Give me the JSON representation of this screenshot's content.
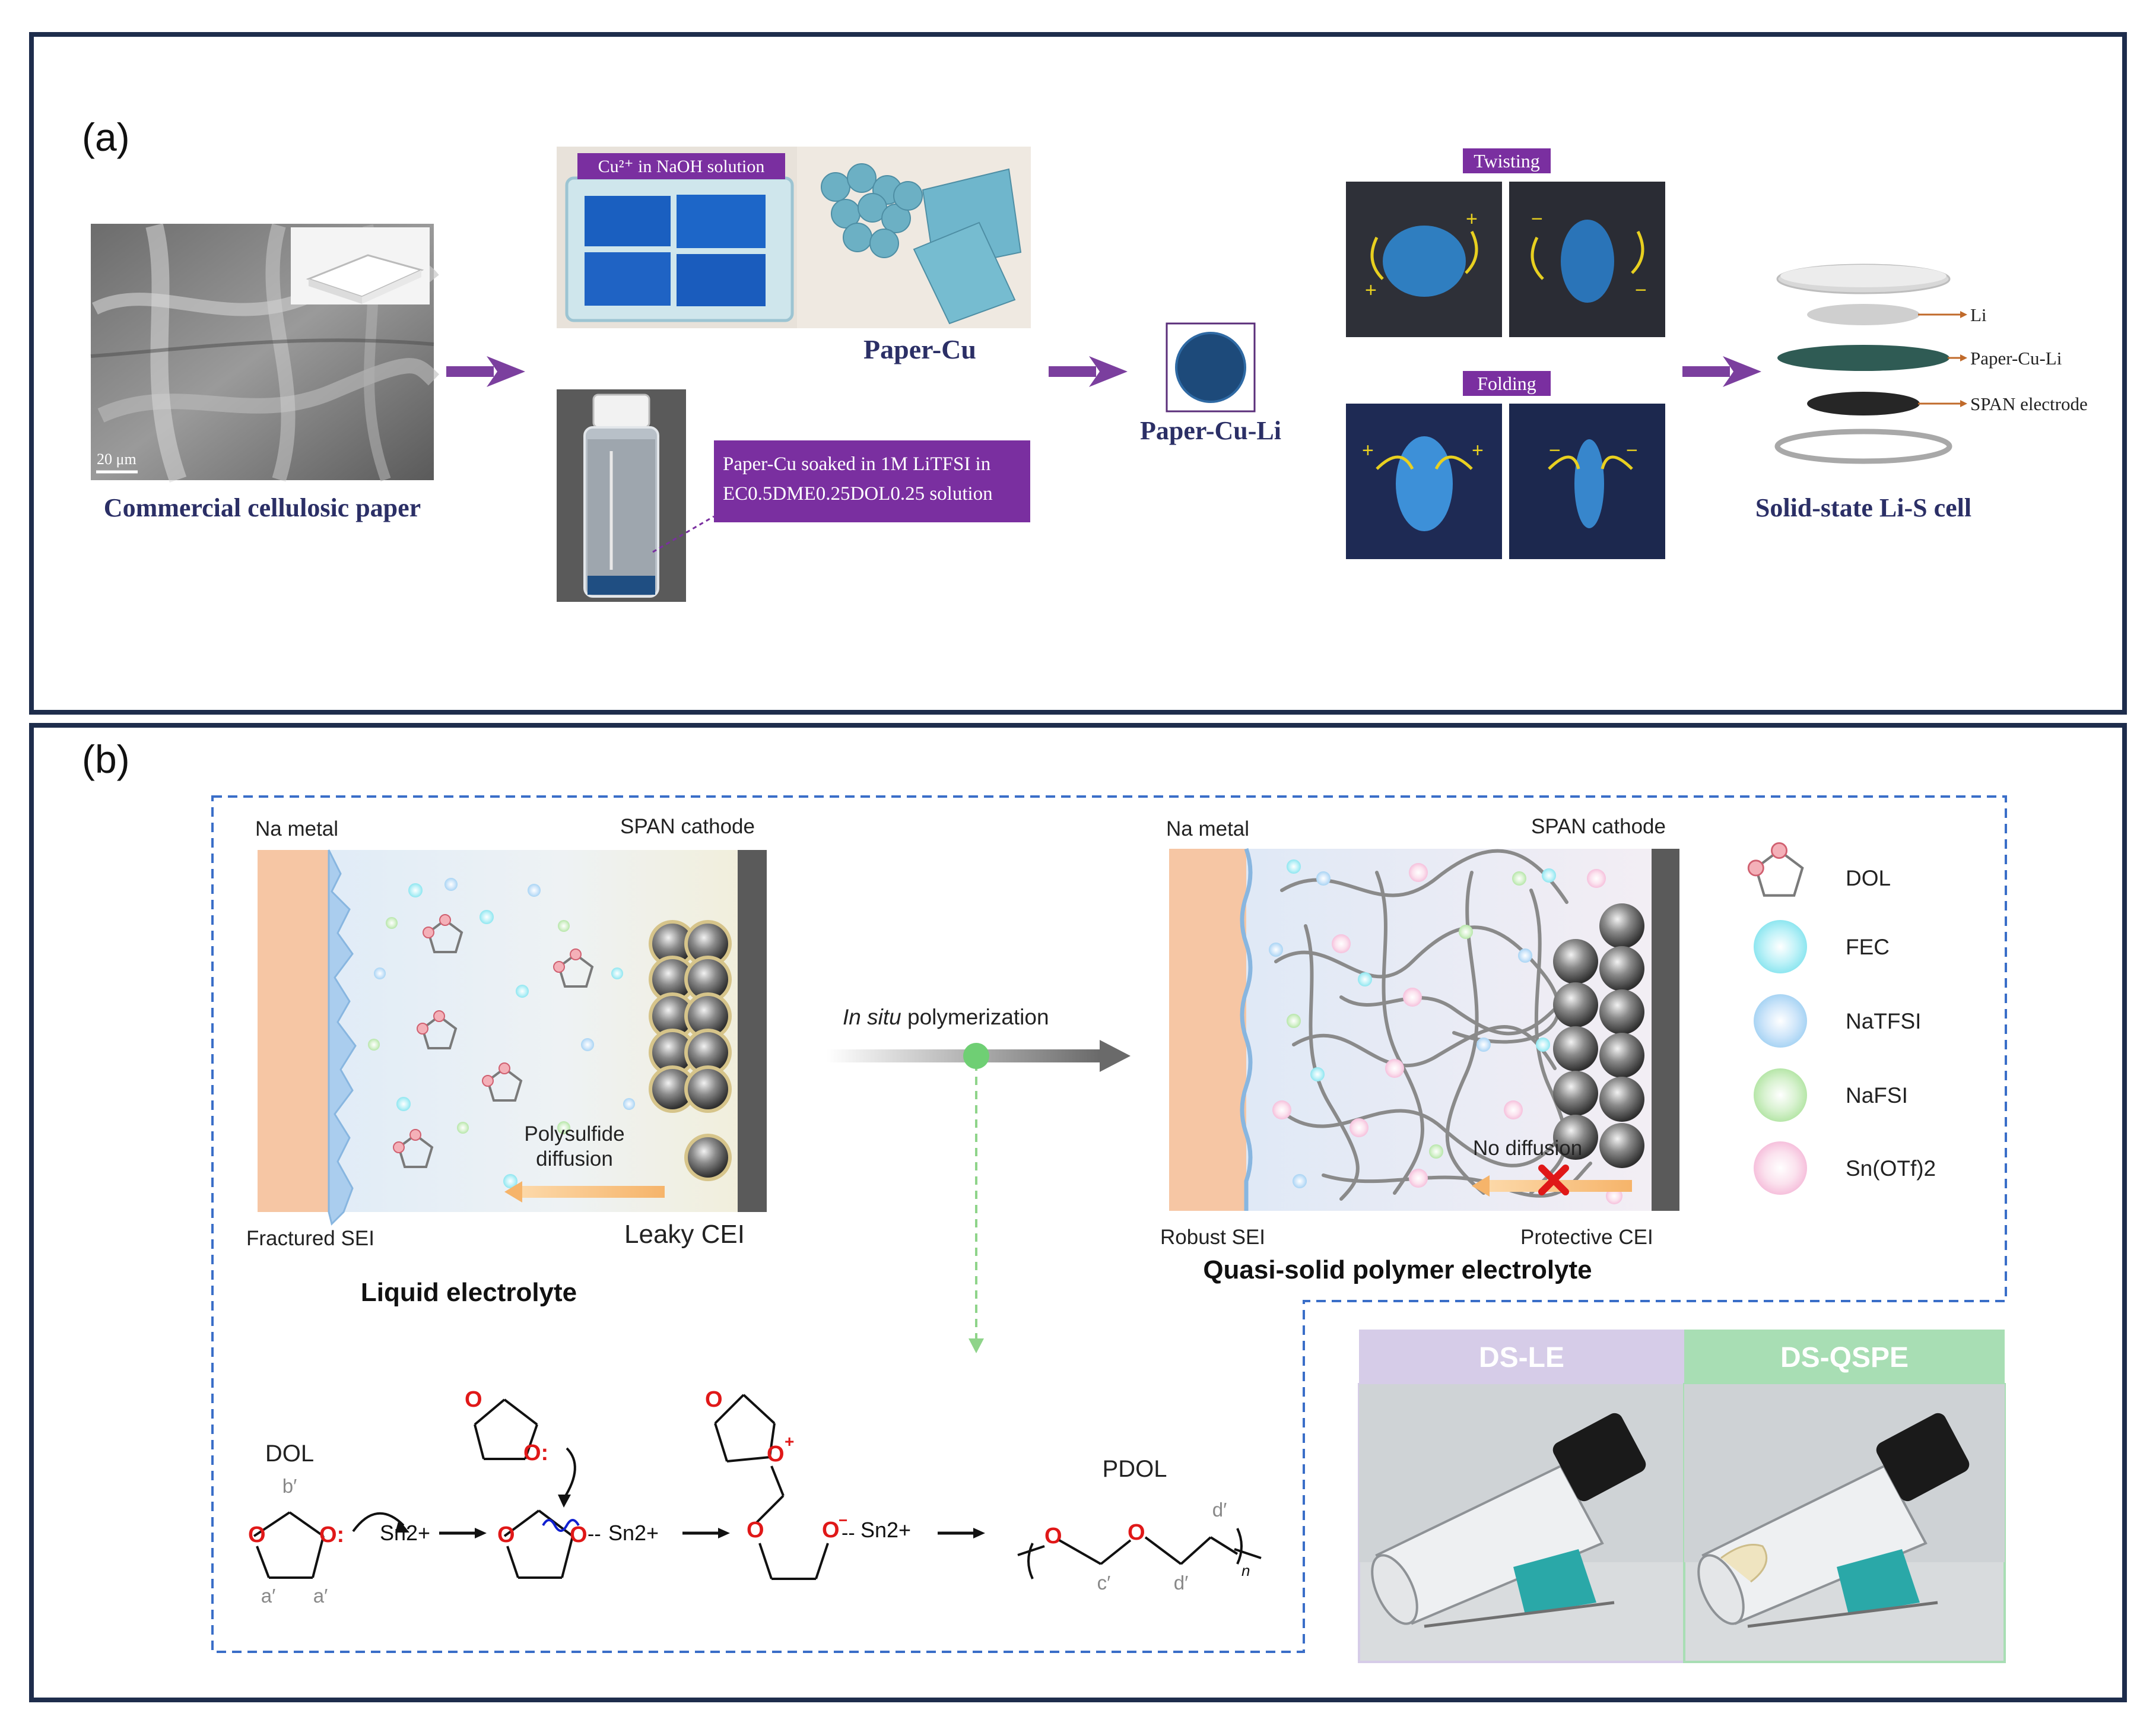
{
  "panel_a": {
    "label": "(a)",
    "sem_scale": "20 μm",
    "caption_paper": "Commercial cellulosic paper",
    "box_cu": "Cu²⁺ in NaOH solution",
    "caption_papercu": "Paper-Cu",
    "box_soak_line1": "Paper-Cu soaked in 1M LiTFSI in",
    "box_soak_line2": "EC0.5DME0.25DOL0.25 solution",
    "caption_paperculi": "Paper-Cu-Li",
    "label_twisting": "Twisting",
    "label_folding": "Folding",
    "cell_li": "Li",
    "cell_paperculi": "Paper-Cu-Li",
    "cell_span": "SPAN electrode",
    "caption_cell": "Solid-state Li-S cell"
  },
  "panel_b": {
    "label": "(b)",
    "left": {
      "na_metal": "Na metal",
      "span_cathode": "SPAN cathode",
      "polysulfide": "Polysulfide",
      "diffusion": "diffusion",
      "fractured_sei": "Fractured SEI",
      "leaky_cei": "Leaky CEI",
      "title": "Liquid electrolyte"
    },
    "arrow_label_italic": "In situ",
    "arrow_label_rest": " polymerization",
    "right": {
      "na_metal": "Na metal",
      "span_cathode": "SPAN cathode",
      "no_diffusion": "No diffusion",
      "robust_sei": "Robust SEI",
      "protective_cei": "Protective CEI",
      "title": "Quasi-solid polymer electrolyte"
    },
    "legend": [
      "DOL",
      "FEC",
      "NaTFSI",
      "NaFSI",
      "Sn(OTf)2"
    ],
    "legend_colors": [
      "#e8a0a8",
      "#8ee6f0",
      "#a8d4f4",
      "#b6e6a8",
      "#f6c0dc"
    ],
    "mechanism": {
      "dol": "DOL",
      "b_prime": "b′",
      "a_prime": "a′",
      "sn": "Sn2+",
      "pdol": "PDOL",
      "c_prime": "c′",
      "d_prime": "d′",
      "n": "n"
    },
    "photos": {
      "left_label": "DS-LE",
      "right_label": "DS-QSPE",
      "left_color": "#d6cce8",
      "right_color": "#a8deb4"
    }
  }
}
